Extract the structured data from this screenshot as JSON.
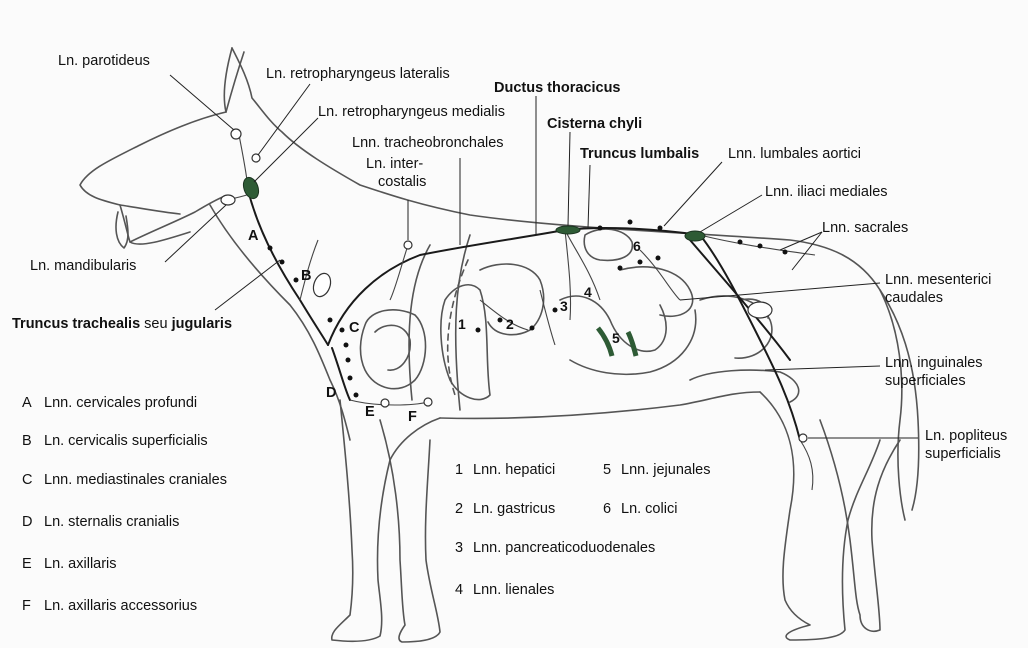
{
  "labels": {
    "parotideus": "Ln. parotideus",
    "retro_lateralis": "Ln. retropharyngeus lateralis",
    "ductus": "Ductus thoracicus",
    "retro_medialis": "Ln. retropharyngeus medialis",
    "cisterna": "Cisterna chyli",
    "tracheobronch": "Lnn. tracheobronchales",
    "intercostalis_1": "Ln. inter-",
    "intercostalis_2": "costalis",
    "truncus_lumbalis": "Truncus lumbalis",
    "lumbales_aortici": "Lnn. lumbales aortici",
    "iliaci_mediales": "Lnn. iliaci mediales",
    "sacrales": "Lnn. sacrales",
    "mesenterici_1": "Lnn. mesenterici",
    "mesenterici_2": "caudales",
    "mandibularis": "Ln. mandibularis",
    "truncus_trachealis_a": "Truncus trachealis",
    "truncus_trachealis_b": " seu ",
    "truncus_trachealis_c": "jugularis",
    "inguinales_1": "Lnn. inguinales",
    "inguinales_2": "superficiales",
    "popliteus_1": "Ln. popliteus",
    "popliteus_2": "superficialis"
  },
  "markers": {
    "A": "A",
    "B": "B",
    "C": "C",
    "D": "D",
    "E": "E",
    "F": "F",
    "n1": "1",
    "n2": "2",
    "n3": "3",
    "n4": "4",
    "n5": "5",
    "n6": "6"
  },
  "legend_letters": [
    {
      "key": "A",
      "text": "Lnn. cervicales profundi"
    },
    {
      "key": "B",
      "text": "Ln. cervicalis superficialis"
    },
    {
      "key": "C",
      "text": "Lnn. mediastinales craniales"
    },
    {
      "key": "D",
      "text": "Ln. sternalis cranialis"
    },
    {
      "key": "E",
      "text": "Ln. axillaris"
    },
    {
      "key": "F",
      "text": "Ln. axillaris accessorius"
    }
  ],
  "legend_numbers_col1": [
    {
      "key": "1",
      "text": "Lnn. hepatici"
    },
    {
      "key": "2",
      "text": "Ln. gastricus"
    },
    {
      "key": "3",
      "text": "Lnn. pancreaticoduodenales"
    },
    {
      "key": "4",
      "text": "Lnn. lienales"
    }
  ],
  "legend_numbers_col2": [
    {
      "key": "5",
      "text": "Lnn. jejunales"
    },
    {
      "key": "6",
      "text": "Ln. colici"
    }
  ],
  "colors": {
    "node_green": "#2e5b35",
    "line": "#1a1a1a",
    "outline": "#555555"
  }
}
